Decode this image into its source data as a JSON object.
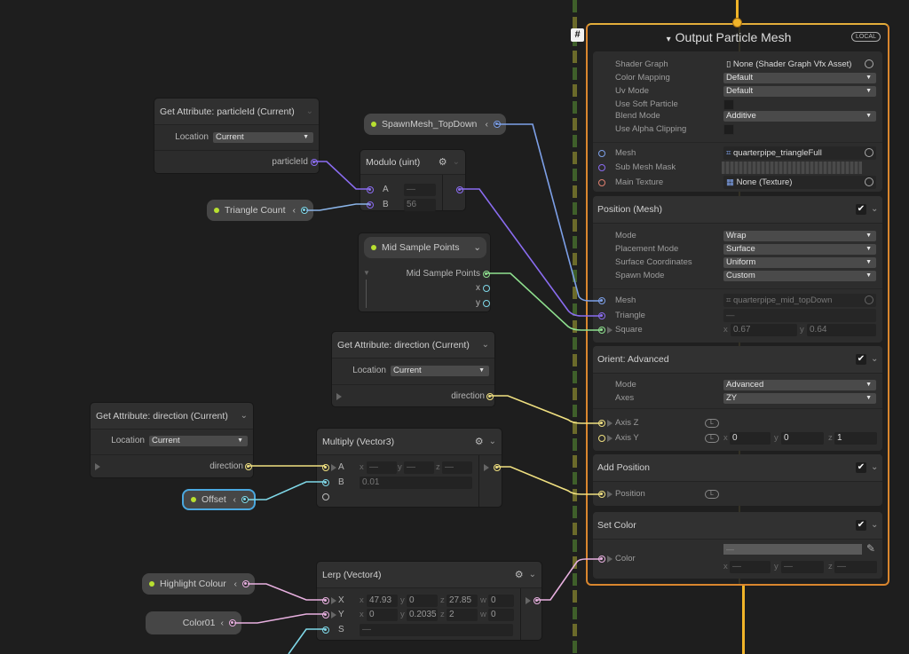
{
  "colors": {
    "canvas": "#1e1e1e",
    "context_border": "#d9862e",
    "flow": "#f0b429",
    "uint": "#8a6cf0",
    "mesh": "#7da0e8",
    "vector2": "#8fe08f",
    "vector3": "#f0e080",
    "float": "#7fd8e8",
    "vector4": "#e8b0e0",
    "texture": "#e08070",
    "exposed_dot": "#b8e030"
  },
  "axes": {
    "x": "x",
    "y": "y",
    "z": "z",
    "w": "w"
  },
  "sticky_badge": "#",
  "nodes": {
    "get_particle_id": {
      "title": "Get Attribute: particleId (Current)",
      "location_label": "Location",
      "location_value": "Current",
      "output": "particleId"
    },
    "spawn_mesh": {
      "label": "SpawnMesh_TopDown"
    },
    "modulo": {
      "title": "Modulo (uint)",
      "a_label": "A",
      "a_value": "—",
      "b_label": "B",
      "b_value": "56"
    },
    "triangle_count": {
      "label": "Triangle Count"
    },
    "mid_sample_points": {
      "pill_label": "Mid Sample Points",
      "output": "Mid Sample Points",
      "x": "x",
      "y": "y"
    },
    "get_direction_top": {
      "title": "Get Attribute: direction (Current)",
      "location_label": "Location",
      "location_value": "Current",
      "output": "direction"
    },
    "get_direction_left": {
      "title": "Get Attribute: direction (Current)",
      "location_label": "Location",
      "location_value": "Current",
      "output": "direction"
    },
    "multiply": {
      "title": "Multiply (Vector3)",
      "a_label": "A",
      "a": {
        "x": "—",
        "y": "—",
        "z": "—"
      },
      "b_label": "B",
      "b_value": "0.01"
    },
    "offset": {
      "label": "Offset"
    },
    "highlight_colour": {
      "label": "Highlight Colour"
    },
    "color01": {
      "label": "Color01"
    },
    "lerp": {
      "title": "Lerp (Vector4)",
      "x_label": "X",
      "x": {
        "x": "47.93",
        "y": "0",
        "z": "27.85",
        "w": "0"
      },
      "y_label": "Y",
      "y": {
        "x": "0",
        "y": "0.2035",
        "z": "2",
        "w": "0"
      },
      "s_label": "S",
      "s_value": "—"
    }
  },
  "output": {
    "title": "Output Particle Mesh",
    "badge": "LOCAL",
    "settings": [
      {
        "label": "Shader Graph",
        "value": "None (Shader Graph Vfx Asset)"
      },
      {
        "label": "Color Mapping",
        "value": "Default"
      },
      {
        "label": "Uv Mode",
        "value": "Default"
      },
      {
        "label": "Use Soft Particle",
        "checked": false
      },
      {
        "label": "Blend Mode",
        "value": "Additive"
      },
      {
        "label": "Use Alpha Clipping",
        "checked": false
      }
    ],
    "inputs": [
      {
        "label": "Mesh",
        "value": "quarterpipe_triangleFull"
      },
      {
        "label": "Sub Mesh Mask"
      },
      {
        "label": "Main Texture",
        "value": "None (Texture)"
      }
    ],
    "blocks": [
      {
        "title": "Position (Mesh)",
        "enabled": true,
        "settings": [
          {
            "label": "Mode",
            "value": "Wrap"
          },
          {
            "label": "Placement Mode",
            "value": "Surface"
          },
          {
            "label": "Surface Coordinates",
            "value": "Uniform"
          },
          {
            "label": "Spawn Mode",
            "value": "Custom"
          }
        ],
        "inputs": [
          {
            "label": "Mesh",
            "value": "quarterpipe_mid_topDown"
          },
          {
            "label": "Triangle",
            "value": "—"
          },
          {
            "label": "Square",
            "x": "0.67",
            "y": "0.64"
          }
        ]
      },
      {
        "title": "Orient: Advanced",
        "enabled": true,
        "settings": [
          {
            "label": "Mode",
            "value": "Advanced"
          },
          {
            "label": "Axes",
            "value": "ZY"
          }
        ],
        "inputs": [
          {
            "label": "Axis Z",
            "space": "L"
          },
          {
            "label": "Axis Y",
            "space": "L",
            "x": "0",
            "y": "0",
            "z": "1"
          }
        ]
      },
      {
        "title": "Add Position",
        "enabled": true,
        "inputs": [
          {
            "label": "Position",
            "space": "L"
          }
        ]
      },
      {
        "title": "Set Color",
        "enabled": true,
        "inputs": [
          {
            "label": "Color",
            "swatch": "—",
            "x": "—",
            "y": "—",
            "z": "—"
          }
        ]
      }
    ]
  }
}
